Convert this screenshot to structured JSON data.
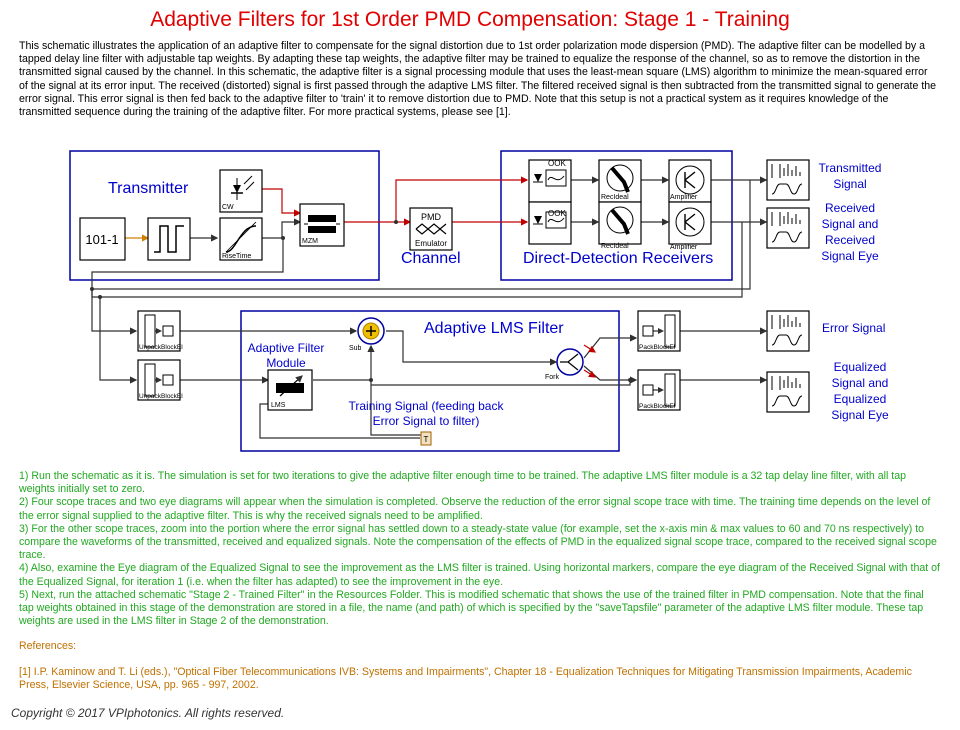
{
  "title": "Adaptive Filters for 1st Order PMD Compensation: Stage 1 - Training",
  "intro": "This schematic illustrates the application of an adaptive filter to compensate for the signal distortion due to 1st order polarization mode dispersion (PMD). The adaptive filter can be modelled by a tapped delay line filter with adjustable tap weights. By adapting these tap weights, the adaptive filter may be trained to equalize the response of the channel, so as to remove the distortion in the transmitted signal caused by the channel. In this schematic, the adaptive filter is a signal processing module that uses the least-mean square (LMS) algorithm to minimize the mean-squared error of the signal at its error input. The received (distorted) signal is first passed through the adaptive LMS filter. The filtered received signal is then subtracted from the transmitted signal to generate the error signal. This error signal is then fed back to the adaptive filter to 'train' it to remove distortion due to PMD. Note that this setup is not a practical system as it requires knowledge of the transmitted sequence during the training of the adaptive filter. For more practical systems, please see [1].",
  "diagram": {
    "transmitter": "Transmitter",
    "channel": "Channel",
    "receivers": "Direct-Detection Receivers",
    "lms": "Adaptive LMS Filter",
    "afm": "Adaptive Filter Module",
    "training": "Training Signal (feeding back Error Signal to filter)",
    "out_transmitted": "Transmitted Signal",
    "out_received": "Received Signal and Received Signal Eye",
    "out_error": "Error Signal",
    "out_equalized": "Equalized Signal and Equalized Signal Eye",
    "mod": {
      "cw": "CW",
      "risetime": "RiseTime",
      "mzm": "MZM",
      "pmd_top": "PMD",
      "pmd_bottom": "Emulator",
      "ook1": "OOK",
      "ook2": "OOK",
      "rec1": "RecIdeal",
      "rec2": "RecIdeal",
      "amp1": "Amplifier",
      "amp2": "Amplifier",
      "unpack1": "UnpackBlockEl",
      "unpack2": "UnpackBlockEl",
      "sub": "Sub",
      "fork": "Fork",
      "lms": "LMS",
      "pack1": "PackBlockEl",
      "pack2": "PackBlockEl",
      "bits": "101-1",
      "delay": "T"
    }
  },
  "steps": [
    "1) Run the schematic as it is. The simulation is set for two iterations to give the adaptive filter enough time to be trained. The adaptive LMS filter module is a 32 tap delay line filter, with all tap weights initially set to zero.",
    "2) Four scope traces and two eye diagrams will appear when the simulation is completed. Observe the reduction of the error signal scope trace with time. The training time depends on the level of the error signal supplied to the adaptive filter. This is why the received signals need to be amplified.",
    "3) For the other scope traces, zoom into the portion where the error signal has settled down to a steady-state value (for example, set the x-axis min & max values to 60 and 70 ns respectively) to compare the waveforms of the transmitted, received and equalized signals. Note the compensation of the effects of PMD in the equalized signal scope trace, compared to the received signal scope trace.",
    "4) Also, examine the Eye diagram of the Equalized Signal  to see the improvement as the LMS filter is trained. Using horizontal markers, compare the eye diagram of the Received Signal with that of the Equalized Signal, for iteration 1 (i.e. when the filter has adapted) to see the improvement in the eye.",
    "5) Next, run the attached schematic \"Stage 2 - Trained Filter\" in the Resources Folder. This is modified schematic that shows the use of the trained filter in PMD compensation. Note that the final tap weights obtained in this stage of the demonstration are stored in a file, the name (and path) of which is specified by the \"saveTapsfile\" parameter of the adaptive LMS filter module. These tap weights are used in the LMS filter in Stage 2 of the demonstration."
  ],
  "references_heading": "References:",
  "reference_1": "[1] I.P. Kaminow and T. Li (eds.), \"Optical Fiber Telecommunications IVB: Systems and Impairments\", Chapter 18 - Equalization Techniques for Mitigating Transmission Impairments, Academic Press, Elsevier Science, USA, pp. 965 - 997, 2002.",
  "copyright": "Copyright © 2017 VPIphotonics. All rights reserved.",
  "colors": {
    "title": "#e00000",
    "labels": "#0000cc",
    "steps": "#22a822",
    "refs": "#c07000",
    "frames": "#0000a0"
  }
}
